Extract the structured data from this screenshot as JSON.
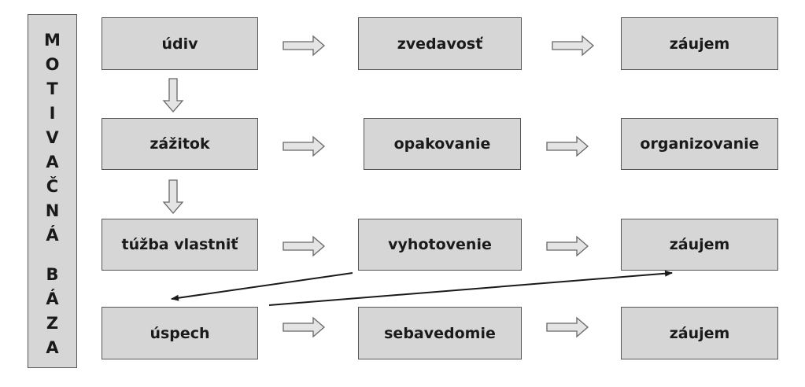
{
  "sidebar": {
    "letters": [
      "M",
      "O",
      "T",
      "I",
      "V",
      "A",
      "Č",
      "N",
      "Á",
      "B",
      "Á",
      "Z",
      "A"
    ]
  },
  "rows": [
    [
      "údiv",
      "zvedavosť",
      "záujem"
    ],
    [
      "zážitok",
      "opakovanie",
      "organizovanie"
    ],
    [
      "túžba vlastniť",
      "vyhotovenie",
      "záujem"
    ],
    [
      "úspech",
      "sebavedomie",
      "záujem"
    ]
  ],
  "colors": {
    "box_fill": "#d6d6d6",
    "border": "#555555",
    "arrow_fill": "#e4e4e4",
    "line": "#1a1a1a"
  }
}
